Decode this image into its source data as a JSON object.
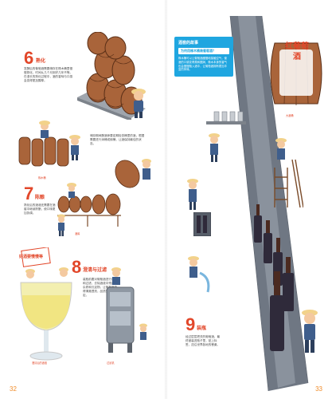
{
  "left_page": {
    "step6": {
      "number": "6",
      "title": "熟化",
      "text": "发酵后的葡萄酒需要储存在橡木桶里慢慢熟化，时间从几个月到好几年不等。在漫长的熟化过程中，酒的香味与口感会变得更加醇厚。"
    },
    "caption_barrels_stack": "橡木桶",
    "text_cellar": "储存期间酿酒师要定期检查桶里的酒，根据需要进行添桶或倒桶，让酒保持最佳的状态。",
    "caption_cellar": "酒窖",
    "step7": {
      "number": "7",
      "title": "陈酿",
      "text": "熟化后的酒液还需要在酒窖中继续陈酿，使口味更加协调。"
    },
    "step8": {
      "number": "8",
      "title": "澄清与过滤",
      "text": "装瓶前要对葡萄酒进行澄清和过滤，去除酒液中残留的杂质和沉淀物，让葡萄酒变得清澈透亮，品质更加稳定。"
    },
    "sign_text": "好酒要慢慢等",
    "caption_glass": "澄清后的酒液",
    "caption_filter": "过滤机",
    "page_number": "32"
  },
  "right_page": {
    "info_box": {
      "heading": "酒窖的故事",
      "subheading": "为何用橡木桶装葡萄酒？",
      "text": "橡木桶可以让葡萄酒缓慢地接触空气，使酒的口感变得柔和圆润，橡木本身的香气也会慢慢融入酒中，让葡萄酒拥有更加丰富的风味。"
    },
    "barrel_label": "红葡萄酒",
    "caption_barrel": "大酒桶",
    "step9": {
      "number": "9",
      "title": "装瓶",
      "text": "经过层层把关的葡萄酒，最终被装进瓶子里，贴上标签，送往世界各地的餐桌。"
    },
    "page_number": "33"
  },
  "colors": {
    "accent_red": "#e2472a",
    "barrel_brown": "#a9643a",
    "info_blue": "#1fa6e0",
    "conveyor_gray": "#6f7783",
    "bottle_dark": "#2f2a3a",
    "page_number_orange": "#f08c2a"
  }
}
